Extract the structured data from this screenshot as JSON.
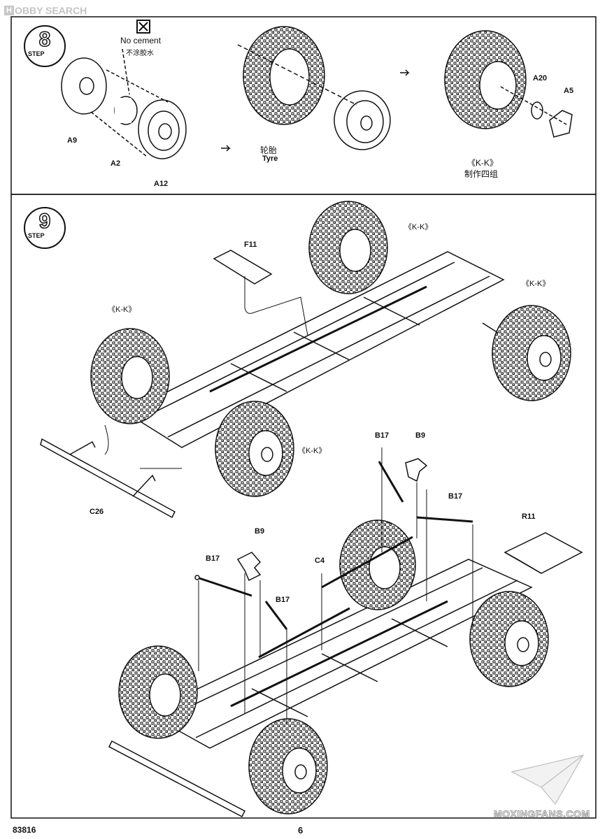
{
  "watermark_top": {
    "logo": "H",
    "text": "OBBY SEARCH"
  },
  "watermark_bottom": "MOXINGFANS.COM",
  "footer": {
    "model_number": "83816",
    "page_number": "6"
  },
  "step8": {
    "number": "8",
    "word": "STEP",
    "no_cement_en": "No cement",
    "no_cement_cn": "不涂胶水",
    "parts": {
      "a9": "A9",
      "a2": "A2",
      "a12": "A12",
      "a20": "A20",
      "a5": "A5"
    },
    "tyre_cn": "轮胎",
    "tyre_en": "Tyre",
    "kk": "《K-K》",
    "make_four_cn": "制作四组"
  },
  "step9": {
    "number": "9",
    "word": "STEP",
    "parts": {
      "f11": "F11",
      "c26": "C26",
      "b17": "B17",
      "b9": "B9",
      "c4": "C4",
      "r11": "R11"
    },
    "kk": "《K-K》"
  }
}
